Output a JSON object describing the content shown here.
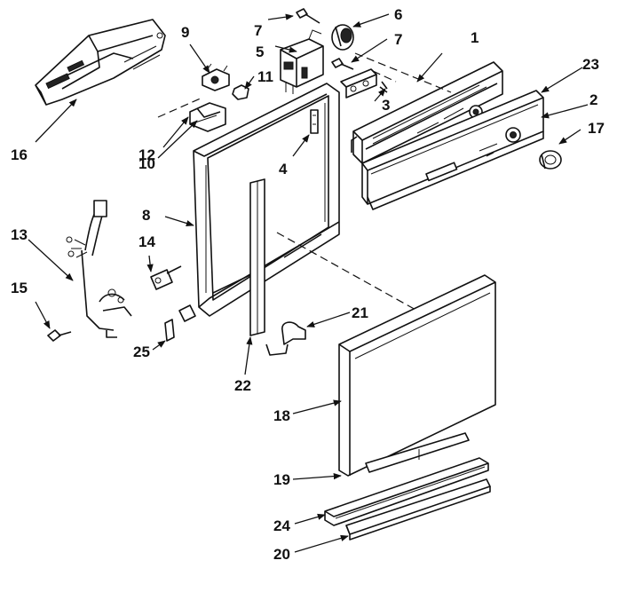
{
  "callouts": {
    "p1": "1",
    "p2": "2",
    "p3": "3",
    "p4": "4",
    "p5": "5",
    "p6": "6",
    "p7a": "7",
    "p7b": "7",
    "p8": "8",
    "p9": "9",
    "p10": "10",
    "p11": "11",
    "p12": "12",
    "p13": "13",
    "p14": "14",
    "p15": "15",
    "p16": "16",
    "p17": "17",
    "p18": "18",
    "p19": "19",
    "p20": "20",
    "p21": "21",
    "p22": "22",
    "p23": "23",
    "p24": "24",
    "p25": "25"
  },
  "colors": {
    "ink": "#111111",
    "paper": "#ffffff"
  }
}
